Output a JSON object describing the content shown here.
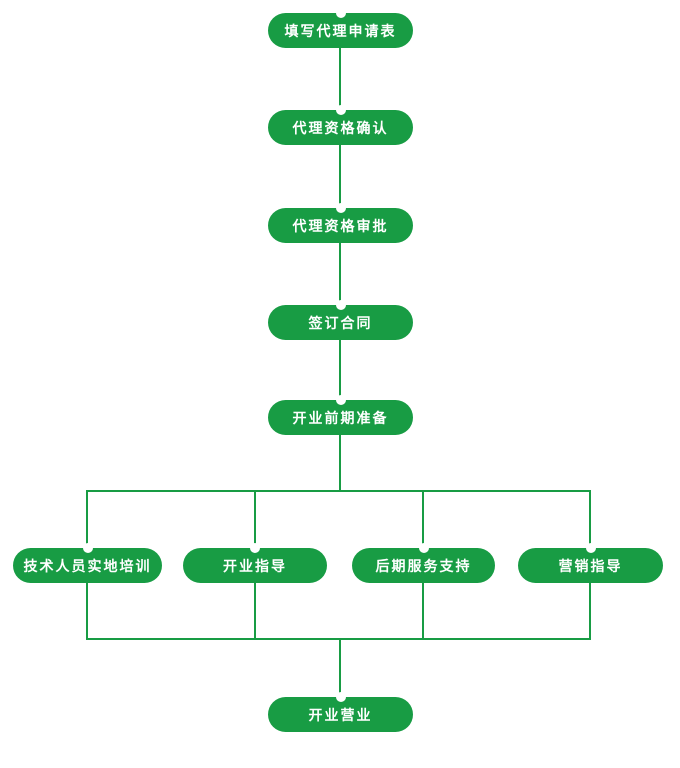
{
  "diagram": {
    "type": "flowchart",
    "accent_color": "#189C44",
    "background_color": "#FFFFFF",
    "node_text_color": "#FFFFFF",
    "chain": [
      "填写代理申请表",
      "代理资格确认",
      "代理资格审批",
      "签订合同",
      "开业前期准备"
    ],
    "branches": [
      "技术人员实地培训",
      "开业指导",
      "后期服务支持",
      "营销指导"
    ],
    "final": "开业营业",
    "edges": [
      [
        "填写代理申请表",
        "代理资格确认"
      ],
      [
        "代理资格确认",
        "代理资格审批"
      ],
      [
        "代理资格审批",
        "签订合同"
      ],
      [
        "签订合同",
        "开业前期准备"
      ],
      [
        "开业前期准备",
        "技术人员实地培训"
      ],
      [
        "开业前期准备",
        "开业指导"
      ],
      [
        "开业前期准备",
        "后期服务支持"
      ],
      [
        "开业前期准备",
        "营销指导"
      ],
      [
        "技术人员实地培训",
        "开业营业"
      ],
      [
        "开业指导",
        "开业营业"
      ],
      [
        "后期服务支持",
        "开业营业"
      ],
      [
        "营销指导",
        "开业营业"
      ]
    ]
  }
}
